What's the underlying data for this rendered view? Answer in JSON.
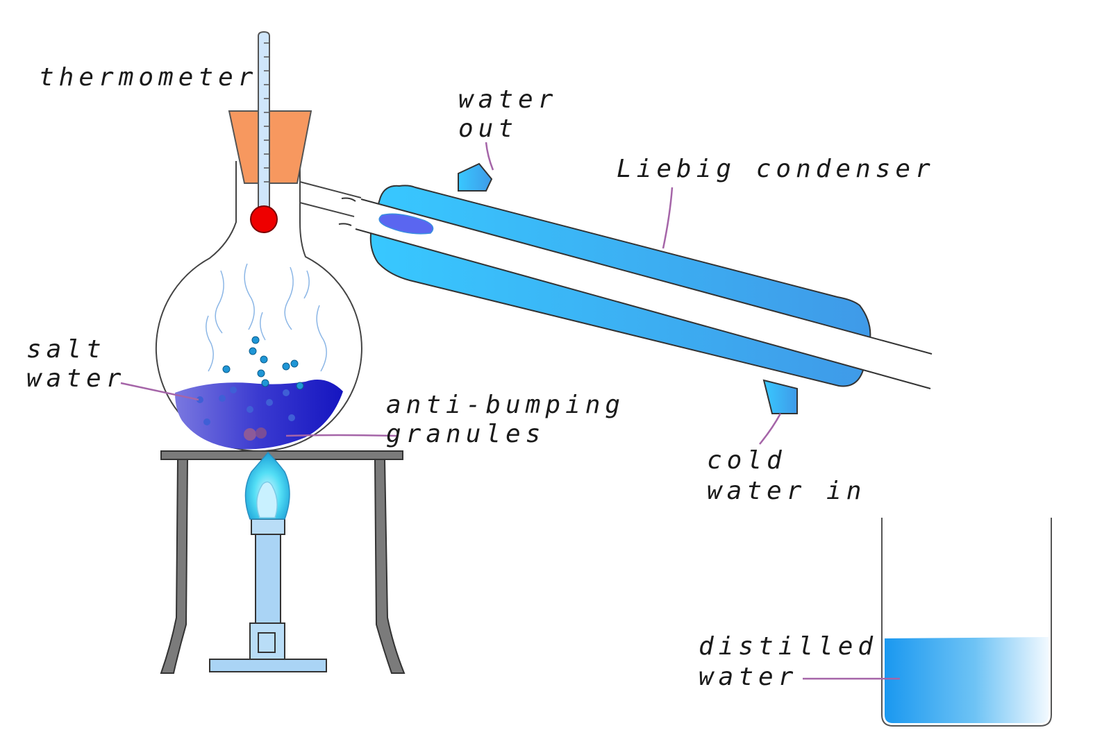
{
  "labels": {
    "thermometer": "thermometer",
    "water_out_line1": "water",
    "water_out_line2": "out",
    "liebig_condenser": "Liebig condenser",
    "salt_water_line1": "salt",
    "salt_water_line2": "water",
    "anti_bumping_line1": "anti-bumping",
    "anti_bumping_line2": "granules",
    "cold_water_in_line1": "cold",
    "cold_water_in_line2": "water in",
    "distilled_water_line1": "distilled",
    "distilled_water_line2": "water"
  },
  "colors": {
    "stopper": "#f7985f",
    "thermometer_bulb": "#ee0000",
    "condenser": "#33bbf7",
    "salt_water": "#3a3ad0",
    "flame": "#3ad4f2",
    "stand": "#7b7b7b",
    "burner": "#aad4f5",
    "distilled_water": "#1a98f0",
    "leader_line": "#a565a8"
  }
}
